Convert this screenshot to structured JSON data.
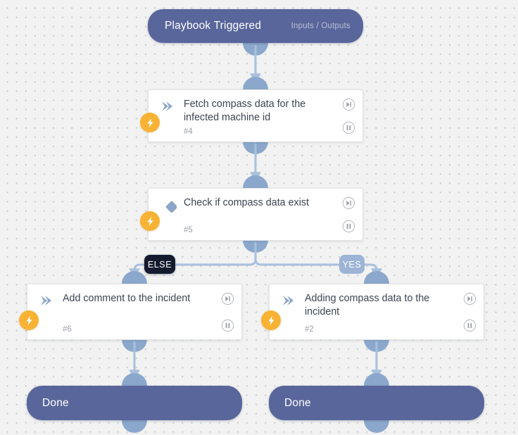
{
  "canvas": {
    "background_color": "#f1f2f1",
    "dot_color": "#c9cbc9"
  },
  "theme": {
    "node_slate": "#59669b",
    "card_white": "#ffffff",
    "accent_orange": "#f9b233",
    "icon_blue": "#8ba4c9",
    "edge_blue": "#a9c0dd",
    "port_blue": "#8ba8cc",
    "else_badge": "#141b2e",
    "yes_badge": "#9db4d6"
  },
  "nodes": {
    "trigger": {
      "title": "Playbook Triggered",
      "subtitle": "Inputs / Outputs"
    },
    "fetch": {
      "title": "Fetch compass data for the infected machine id",
      "number": "#4",
      "type_icon": "chevron-icon",
      "badge_icon": "lightning-bolt-icon",
      "skip_icon": "skip-forward-icon",
      "pause_icon": "pause-icon"
    },
    "check": {
      "title": "Check if compass data exist",
      "number": "#5",
      "type_icon": "diamond-icon",
      "badge_icon": "lightning-bolt-icon",
      "skip_icon": "skip-forward-icon",
      "pause_icon": "pause-icon"
    },
    "add_comment": {
      "title": "Add comment to the incident",
      "number": "#6",
      "type_icon": "chevron-icon",
      "badge_icon": "lightning-bolt-icon",
      "skip_icon": "skip-forward-icon",
      "pause_icon": "pause-icon"
    },
    "adding_compass": {
      "title": "Adding compass data to the incident",
      "number": "#2",
      "type_icon": "chevron-icon",
      "badge_icon": "lightning-bolt-icon",
      "skip_icon": "skip-forward-icon",
      "pause_icon": "pause-icon"
    },
    "done_left": {
      "title": "Done"
    },
    "done_right": {
      "title": "Done"
    }
  },
  "branches": {
    "else_label": "ELSE",
    "yes_label": "YES"
  }
}
